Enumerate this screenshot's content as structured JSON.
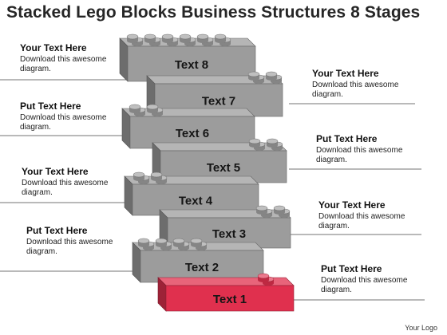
{
  "title": "Stacked Lego Blocks Business Structures 8 Stages",
  "blocks": [
    {
      "label": "Text 1",
      "color": "#e0304e"
    },
    {
      "label": "Text 2",
      "color": "#9c9c9c"
    },
    {
      "label": "Text 3",
      "color": "#9c9c9c"
    },
    {
      "label": "Text 4",
      "color": "#9c9c9c"
    },
    {
      "label": "Text 5",
      "color": "#9c9c9c"
    },
    {
      "label": "Text 6",
      "color": "#9c9c9c"
    },
    {
      "label": "Text 7",
      "color": "#9c9c9c"
    },
    {
      "label": "Text 8",
      "color": "#9c9c9c"
    }
  ],
  "callouts": [
    {
      "heading": "Your Text Here",
      "body": "Download this awesome diagram."
    },
    {
      "heading": "Your Text Here",
      "body": "Download this awesome diagram."
    },
    {
      "heading": "Put Text Here",
      "body": "Download this awesome diagram."
    },
    {
      "heading": "Put Text Here",
      "body": "Download this awesome diagram."
    },
    {
      "heading": "Your Text Here",
      "body": "Download this awesome diagram."
    },
    {
      "heading": "Your Text Here",
      "body": "Download this awesome diagram."
    },
    {
      "heading": "Put Text Here",
      "body": "Download this awesome diagram."
    },
    {
      "heading": "Put Text Here",
      "body": "Download this awesome diagram."
    }
  ],
  "logo": "Your Logo"
}
